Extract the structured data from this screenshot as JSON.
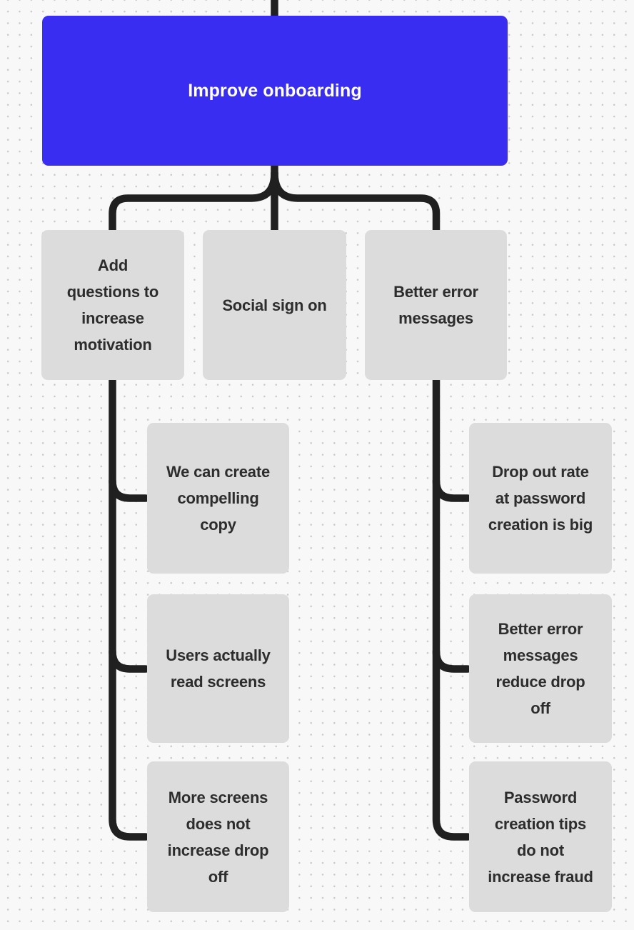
{
  "board": {
    "background": "#f8f8f8",
    "dot_color": "#c9c9c9",
    "connector_color": "#202020"
  },
  "mindmap": {
    "root": {
      "label": "Improve onboarding",
      "fill": "#3a2df2",
      "text_color": "#ffffff"
    },
    "node_fill": "#dcdcdc",
    "node_text_color": "#2d2d2d",
    "level1": [
      {
        "label": "Add\nquestions to\nincrease\nmotivation"
      },
      {
        "label": "Social sign on"
      },
      {
        "label": "Better error\nmessages"
      }
    ],
    "level2_left": [
      {
        "label": "We can create\ncompelling\ncopy"
      },
      {
        "label": "Users actually\nread screens"
      },
      {
        "label": "More screens\ndoes not\nincrease drop\noff"
      }
    ],
    "level2_right": [
      {
        "label": "Drop out rate\nat password\ncreation is big"
      },
      {
        "label": "Better error\nmessages\nreduce drop\noff"
      },
      {
        "label": "Password\ncreation tips\ndo not\nincrease fraud"
      }
    ]
  }
}
